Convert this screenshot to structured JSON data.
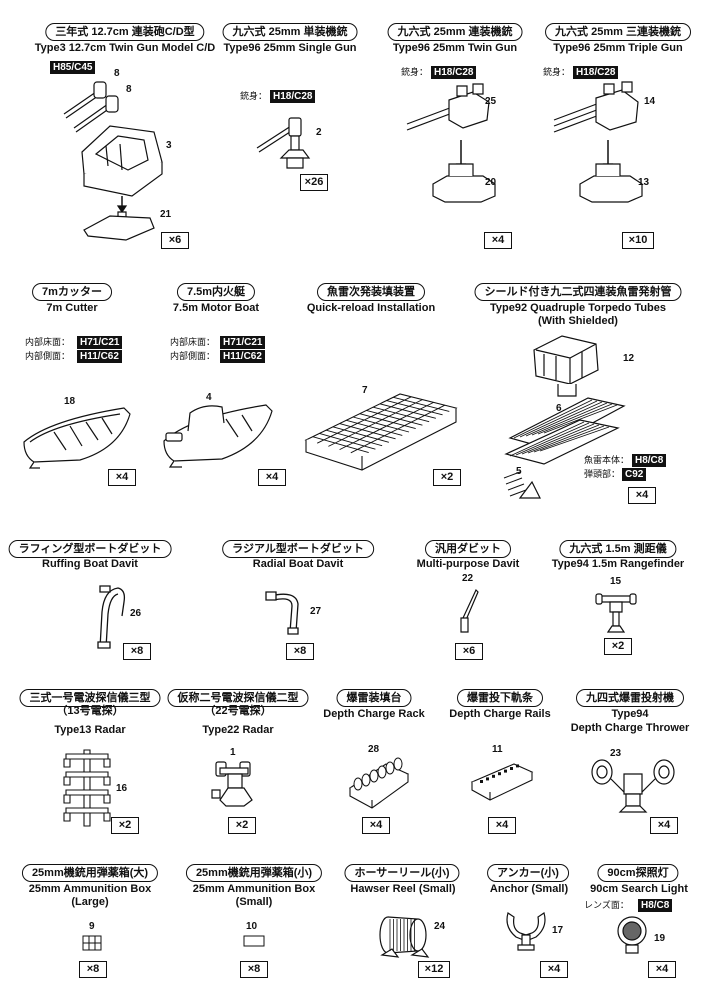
{
  "items": [
    {
      "jp": "三年式 12.7cm 連装砲C/D型",
      "en": "Type3 12.7cm Twin Gun Model C/D",
      "qty": "×6",
      "parts": [
        "8",
        "8",
        "3",
        "21"
      ],
      "codes": [
        {
          "text": "H85/C45"
        }
      ]
    },
    {
      "jp": "九六式 25mm 単装機銃",
      "en": "Type96 25mm Single Gun",
      "qty": "×26",
      "parts": [
        "2"
      ],
      "codes": [
        {
          "label": "銃身：",
          "text": "H18/C28"
        }
      ]
    },
    {
      "jp": "九六式 25mm 連装機銃",
      "en": "Type96 25mm Twin Gun",
      "qty": "×4",
      "parts": [
        "25",
        "20"
      ],
      "codes": [
        {
          "label": "銃身：",
          "text": "H18/C28"
        }
      ]
    },
    {
      "jp": "九六式 25mm 三連装機銃",
      "en": "Type96 25mm Triple Gun",
      "qty": "×10",
      "parts": [
        "14",
        "13"
      ],
      "codes": [
        {
          "label": "銃身：",
          "text": "H18/C28"
        }
      ]
    },
    {
      "jp": "7mカッター",
      "en": "7m Cutter",
      "qty": "×4",
      "parts": [
        "18"
      ],
      "codes": [
        {
          "label": "内部床面：",
          "text": "H71/C21"
        },
        {
          "label": "内部側面：",
          "text": "H11/C62"
        }
      ]
    },
    {
      "jp": "7.5m内火艇",
      "en": "7.5m Motor Boat",
      "qty": "×4",
      "parts": [
        "4"
      ],
      "codes": [
        {
          "label": "内部床面：",
          "text": "H71/C21"
        },
        {
          "label": "内部側面：",
          "text": "H11/C62"
        }
      ]
    },
    {
      "jp": "魚雷次発装填装置",
      "en": "Quick-reload Installation",
      "qty": "×2",
      "parts": [
        "7"
      ],
      "codes": []
    },
    {
      "jp": "シールド付き九二式四連装魚雷発射管",
      "en": "Type92 Quadruple Torpedo Tubes",
      "en2": "(With Shielded)",
      "qty": "×4",
      "parts": [
        "12",
        "6",
        "5"
      ],
      "codes": [
        {
          "label": "魚雷本体：",
          "text": "H8/C8"
        },
        {
          "label": "弾頭部：",
          "text": "C92"
        }
      ]
    },
    {
      "jp": "ラフィング型ボートダビット",
      "en": "Ruffing Boat Davit",
      "qty": "×8",
      "parts": [
        "26"
      ],
      "codes": []
    },
    {
      "jp": "ラジアル型ボートダビット",
      "en": "Radial Boat Davit",
      "qty": "×8",
      "parts": [
        "27"
      ],
      "codes": []
    },
    {
      "jp": "汎用ダビット",
      "en": "Multi-purpose Davit",
      "qty": "×6",
      "parts": [
        "22"
      ],
      "codes": []
    },
    {
      "jp": "九六式 1.5m 測距儀",
      "en": "Type94 1.5m Rangefinder",
      "qty": "×2",
      "parts": [
        "15"
      ],
      "codes": []
    },
    {
      "jp": "三式一号電波探信儀三型",
      "jp2": "（13号電探）",
      "en": "Type13 Radar",
      "qty": "×2",
      "parts": [
        "16"
      ],
      "codes": []
    },
    {
      "jp": "仮称二号電波探信儀二型",
      "jp2": "（22号電探）",
      "en": "Type22 Radar",
      "qty": "×2",
      "parts": [
        "1"
      ],
      "codes": []
    },
    {
      "jp": "爆雷装填台",
      "en": "Depth Charge Rack",
      "qty": "×4",
      "parts": [
        "28"
      ],
      "codes": []
    },
    {
      "jp": "爆雷投下軌条",
      "en": "Depth Charge Rails",
      "qty": "×4",
      "parts": [
        "11"
      ],
      "codes": []
    },
    {
      "jp": "九四式爆雷投射機",
      "en": "Type94",
      "en2": "Depth Charge Thrower",
      "qty": "×4",
      "parts": [
        "23"
      ],
      "codes": []
    },
    {
      "jp": "25mm機銃用弾薬箱(大)",
      "en": "25mm Ammunition Box",
      "en2": "(Large)",
      "qty": "×8",
      "parts": [
        "9"
      ],
      "codes": []
    },
    {
      "jp": "25mm機銃用弾薬箱(小)",
      "en": "25mm Ammunition Box",
      "en2": "(Small)",
      "qty": "×8",
      "parts": [
        "10"
      ],
      "codes": []
    },
    {
      "jp": "ホーサーリール(小)",
      "en": "Hawser Reel (Small)",
      "qty": "×12",
      "parts": [
        "24"
      ],
      "codes": []
    },
    {
      "jp": "アンカー(小)",
      "en": "Anchor (Small)",
      "qty": "×4",
      "parts": [
        "17"
      ],
      "codes": []
    },
    {
      "jp": "90cm探照灯",
      "en": "90cm Search Light",
      "qty": "×4",
      "parts": [
        "19"
      ],
      "codes": [
        {
          "label": "レンズ面：",
          "text": "H8/C8"
        }
      ]
    }
  ]
}
